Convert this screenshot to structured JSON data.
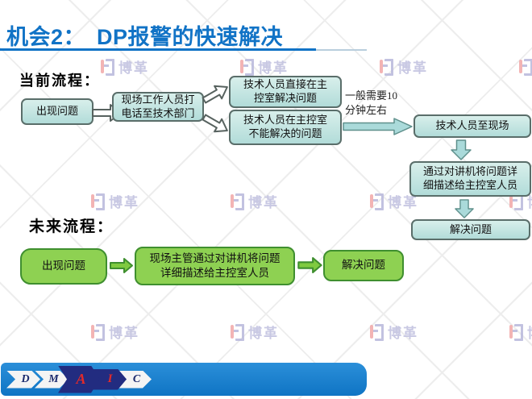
{
  "title": "机会2：　DP报警的快速解决",
  "watermark": {
    "brand": "博革"
  },
  "current": {
    "label": "当前流程：",
    "issue": "出现问题",
    "call": "现场工作人员打\n电话至技术部门",
    "direct": "技术人员直接在主\n控室解决问题",
    "cannot": "技术人员在主控室\n不能解决的问题",
    "note": "一般需要10\n分钟左右",
    "onsite": "技术人员至现场",
    "describe": "通过对讲机将问题详\n细描述给主控室人员",
    "solve": "解决问题"
  },
  "future": {
    "label": "未来流程：",
    "issue": "出现问题",
    "describe": "现场主管通过对讲机将问题\n详细描述给主控室人员",
    "solve": "解决问题"
  },
  "dmaic": {
    "letters": [
      "D",
      "M",
      "A",
      "I",
      "C"
    ]
  },
  "colors": {
    "title_blue": "#1173c6",
    "teal_box_fill": "#b2dcd9",
    "teal_box_border": "#5a6e6a",
    "green_fill": "#8ed152",
    "green_border": "#3f8f2f",
    "bar_blue": "#1581d0",
    "chevron_navy": "#222c80",
    "chevron_letter_red": "#e02a2a",
    "watermark_purple": "#c3c3e0",
    "watermark_pink": "#f2acac"
  }
}
